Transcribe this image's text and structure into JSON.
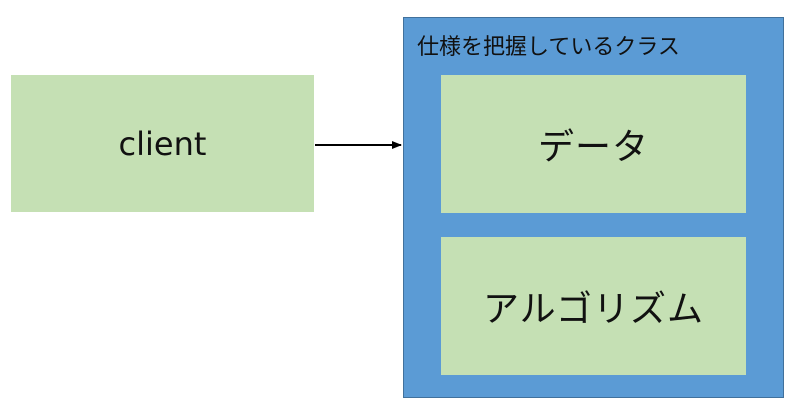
{
  "client": {
    "label": "client"
  },
  "spec_class": {
    "title": "仕様を把握しているクラス",
    "components": [
      {
        "label": "データ"
      },
      {
        "label": "アルゴリズム"
      }
    ]
  },
  "colors": {
    "box_fill": "#c5e0b4",
    "container_fill": "#5b9bd5",
    "container_border": "#41719c",
    "arrow": "#000000"
  }
}
